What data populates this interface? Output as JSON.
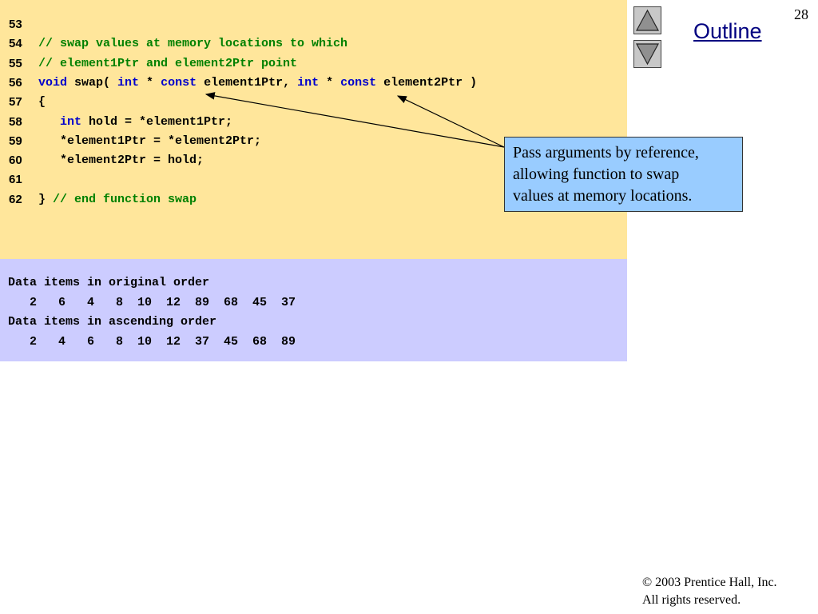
{
  "page_number": "28",
  "outline_label": "Outline",
  "nav": {
    "up_icon": "triangle-up-icon",
    "down_icon": "triangle-down-icon"
  },
  "code_lines": [
    {
      "num": "53",
      "tokens": []
    },
    {
      "num": "54",
      "tokens": [
        {
          "t": "cm",
          "v": "// swap values at memory locations to which"
        }
      ]
    },
    {
      "num": "55",
      "tokens": [
        {
          "t": "cm",
          "v": "// element1Ptr and element2Ptr point"
        }
      ]
    },
    {
      "num": "56",
      "tokens": [
        {
          "t": "kw",
          "v": "void"
        },
        {
          "t": "tx",
          "v": " swap( "
        },
        {
          "t": "kw",
          "v": "int"
        },
        {
          "t": "tx",
          "v": " * "
        },
        {
          "t": "kw",
          "v": "const"
        },
        {
          "t": "tx",
          "v": " element1Ptr, "
        },
        {
          "t": "kw",
          "v": "int"
        },
        {
          "t": "tx",
          "v": " * "
        },
        {
          "t": "kw",
          "v": "const"
        },
        {
          "t": "tx",
          "v": " element2Ptr )"
        }
      ]
    },
    {
      "num": "57",
      "tokens": [
        {
          "t": "tx",
          "v": "{"
        }
      ]
    },
    {
      "num": "58",
      "tokens": [
        {
          "t": "tx",
          "v": "   "
        },
        {
          "t": "kw",
          "v": "int"
        },
        {
          "t": "tx",
          "v": " hold = *element1Ptr;"
        }
      ]
    },
    {
      "num": "59",
      "tokens": [
        {
          "t": "tx",
          "v": "   *element1Ptr = *element2Ptr;"
        }
      ]
    },
    {
      "num": "60",
      "tokens": [
        {
          "t": "tx",
          "v": "   *element2Ptr = hold;"
        }
      ]
    },
    {
      "num": "61",
      "tokens": []
    },
    {
      "num": "62",
      "tokens": [
        {
          "t": "tx",
          "v": "} "
        },
        {
          "t": "cm",
          "v": "// end function swap"
        }
      ]
    }
  ],
  "output_lines": [
    "Data items in original order",
    "   2   6   4   8  10  12  89  68  45  37",
    "Data items in ascending order",
    "   2   4   6   8  10  12  37  45  68  89"
  ],
  "callout": {
    "lines": [
      "Pass arguments by reference,",
      "allowing function to swap",
      "values at memory locations."
    ]
  },
  "footer": {
    "copyright_symbol": "©",
    "copyright_text": " 2003 Prentice Hall, Inc.",
    "rights": "All rights reserved."
  },
  "colors": {
    "code_bg": "#ffe69b",
    "output_bg": "#ccccff",
    "callout_bg": "#99ccff",
    "keyword": "#0000cc",
    "comment": "#008000"
  }
}
